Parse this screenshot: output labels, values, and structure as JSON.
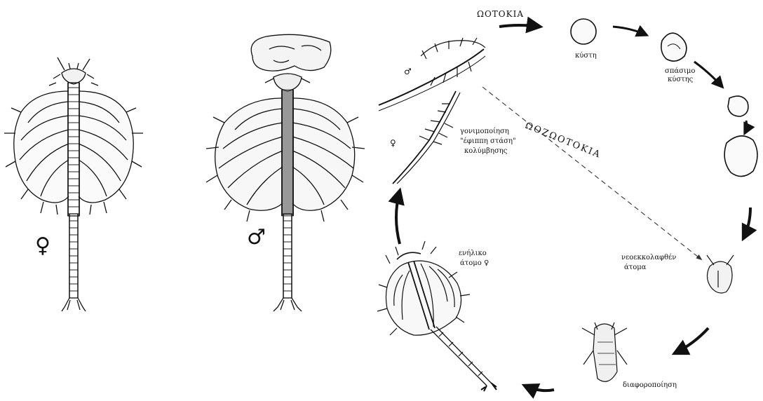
{
  "symbols": {
    "female": "♀",
    "male": "♂",
    "female_small": "♀",
    "male_small": "♂"
  },
  "labels": {
    "oviparity": "ΩΟΤΟΚΙΑ",
    "ovoviviparity": "ΩΟΖΩΟΤΟΚΙΑ",
    "cyst": "κύστη",
    "broken_cyst_line1": "σπάσιμο",
    "broken_cyst_line2": "κύστης",
    "fertilization_line1": "γονιμοποίηση",
    "fertilization_line2": "\"έφιππη στάση\"",
    "fertilization_line3": "κολύμβησης",
    "hatched_line1": "νεοεκκολαφθέν",
    "hatched_line2": "άτομα",
    "differentiation": "διαφοροποίηση",
    "adult_line1": "ενήλικο",
    "adult_line2": "άτομο ♀"
  }
}
